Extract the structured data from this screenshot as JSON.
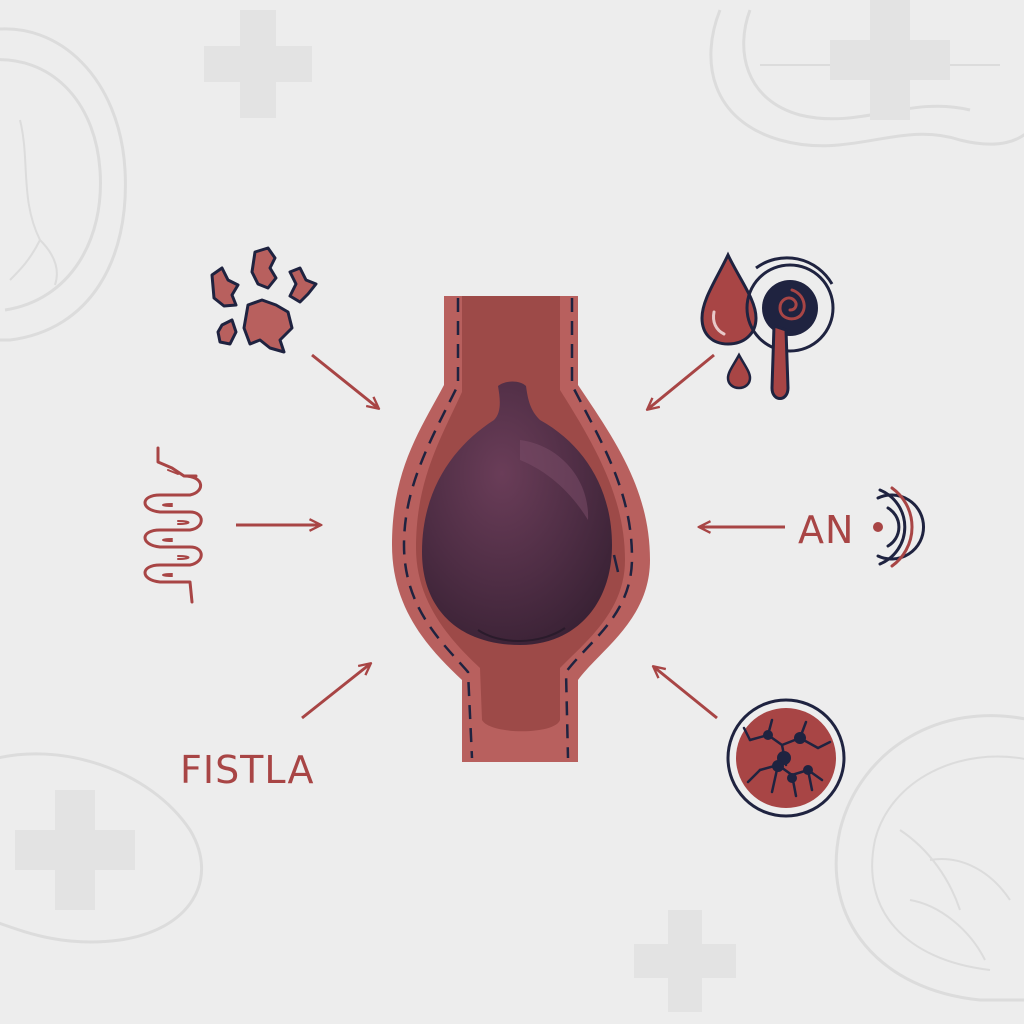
{
  "labels": {
    "fistula": "FISTLA",
    "an": "AN"
  },
  "icons": {
    "center": "dilated-vessel-with-clot-icon",
    "top_left": "tissue-fragments-icon",
    "middle_left": "intestine-icon",
    "bottom_left": "fistula-arrow",
    "top_right": "blood-drops-and-spiral-icon",
    "middle_right": "sound-wave-icon",
    "bottom_right": "cell-cluster-circle-icon"
  },
  "colors": {
    "background": "#ededed",
    "vessel_wall": "#b8605e",
    "vessel_dark": "#9d4a48",
    "clot": "#4a2a3f",
    "accent_red": "#a84545",
    "navy": "#1f2340",
    "watermark": "#dddddd"
  }
}
